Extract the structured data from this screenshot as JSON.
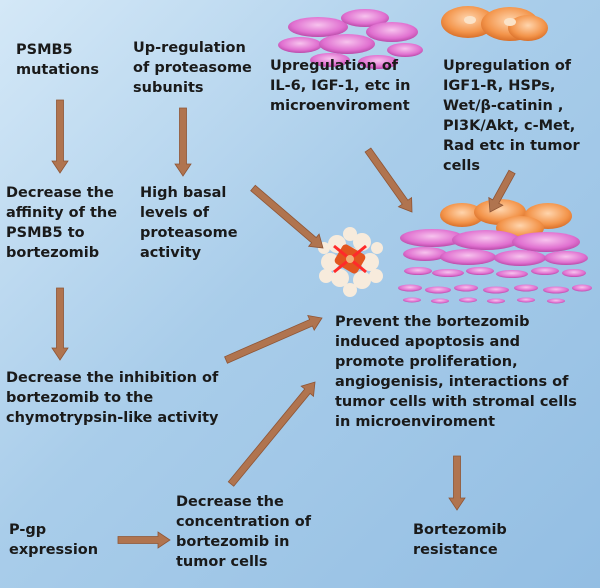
{
  "nodes": {
    "psmb5_mutations": [
      "PSMB5",
      "mutations"
    ],
    "upregulation_subunits": [
      "Up-regulation",
      "of proteasome",
      "subunits"
    ],
    "upregulation_il6": [
      "Upregulation of",
      "IL-6, IGF-1, etc in",
      "microenviroment"
    ],
    "upregulation_igf1r": [
      "Upregulation of",
      "IGF1-R, HSPs,",
      "Wet/β-catinin ,",
      "PI3K/Akt, c-Met,",
      "Rad etc  in  tumor",
      "cells"
    ],
    "decrease_affinity": [
      "Decrease the",
      "affinity of the",
      "PSMB5 to",
      "bortezomib"
    ],
    "high_basal": [
      "High basal",
      "levels of",
      "proteasome",
      "activity"
    ],
    "decrease_inhibition": [
      "Decrease the inhibition of",
      "bortezomib to the",
      "chymotrypsin-like activity"
    ],
    "prevent_apoptosis": [
      "Prevent  the bortezomib",
      "induced apoptosis and",
      "promote proliferation,",
      "angiogenisis, interactions of",
      "tumor cells with stromal cells",
      "in microenviroment"
    ],
    "pgp_expression": [
      "P-gp",
      "expression"
    ],
    "decrease_concentration": [
      "Decrease the",
      "concentration of",
      "bortezomib  in",
      "tumor cells"
    ],
    "bortezomib_resistance": [
      "Bortezomib",
      "resistance"
    ]
  },
  "colors": {
    "arrow": "#b0744f",
    "cell_pink": "#e070d0",
    "cell_orange": "#f3944a",
    "proteasome_core": "#e2561f"
  },
  "icons": [
    "pink-cells-icon",
    "orange-cells-icon",
    "proteasome-icon",
    "tumor-cells-cluster-icon"
  ]
}
